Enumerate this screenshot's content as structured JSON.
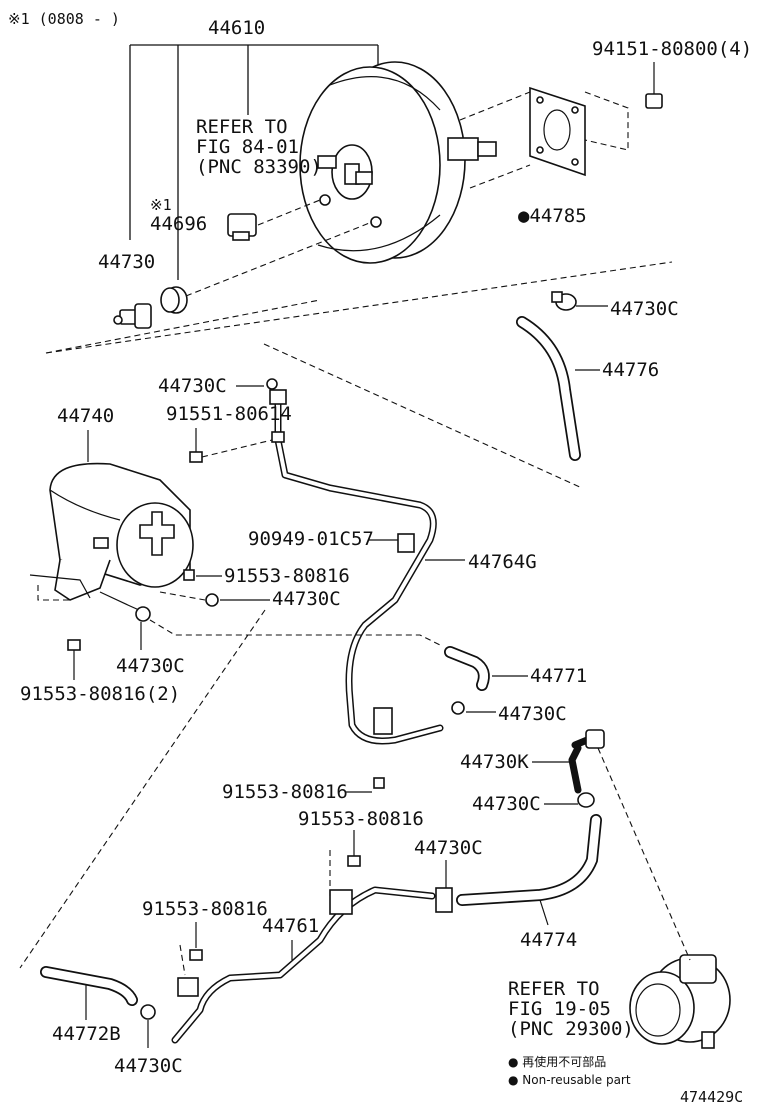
{
  "header_note": "※1 (0808 -    )",
  "labels": {
    "p44610": "44610",
    "p94151": "94151-80800(4)",
    "refer1_line1": "REFER TO",
    "refer1_line2": "FIG 84-01",
    "refer1_line3": "(PNC 83390)",
    "mark1": "※1",
    "p44696": "44696",
    "p44730": "44730",
    "p44785": "●44785",
    "p44730c_a": "44730C",
    "p44776": "44776",
    "p44730c_b": "44730C",
    "p91551": "91551-80614",
    "p44740": "44740",
    "p90949": "90949-01C57",
    "p44764g": "44764G",
    "p91553_a": "91553-80816",
    "p44730c_c": "44730C",
    "p44730c_d": "44730C",
    "p91553_b": "91553-80816(2)",
    "p44771": "44771",
    "p44730c_e": "44730C",
    "p44730k": "44730K",
    "p91553_c": "91553-80816",
    "p44730c_f": "44730C",
    "p91553_d": "91553-80816",
    "p44730c_g": "44730C",
    "p91553_e": "91553-80816",
    "p44761": "44761",
    "p44774": "44774",
    "refer2_line1": "REFER TO",
    "refer2_line2": "FIG 19-05",
    "refer2_line3": "(PNC 29300)",
    "p44772b": "44772B",
    "p44730c_h": "44730C"
  },
  "legend": {
    "item1": "● 再使用不可部品",
    "item2": "● Non-reusable part"
  },
  "figure_id": "474429C"
}
